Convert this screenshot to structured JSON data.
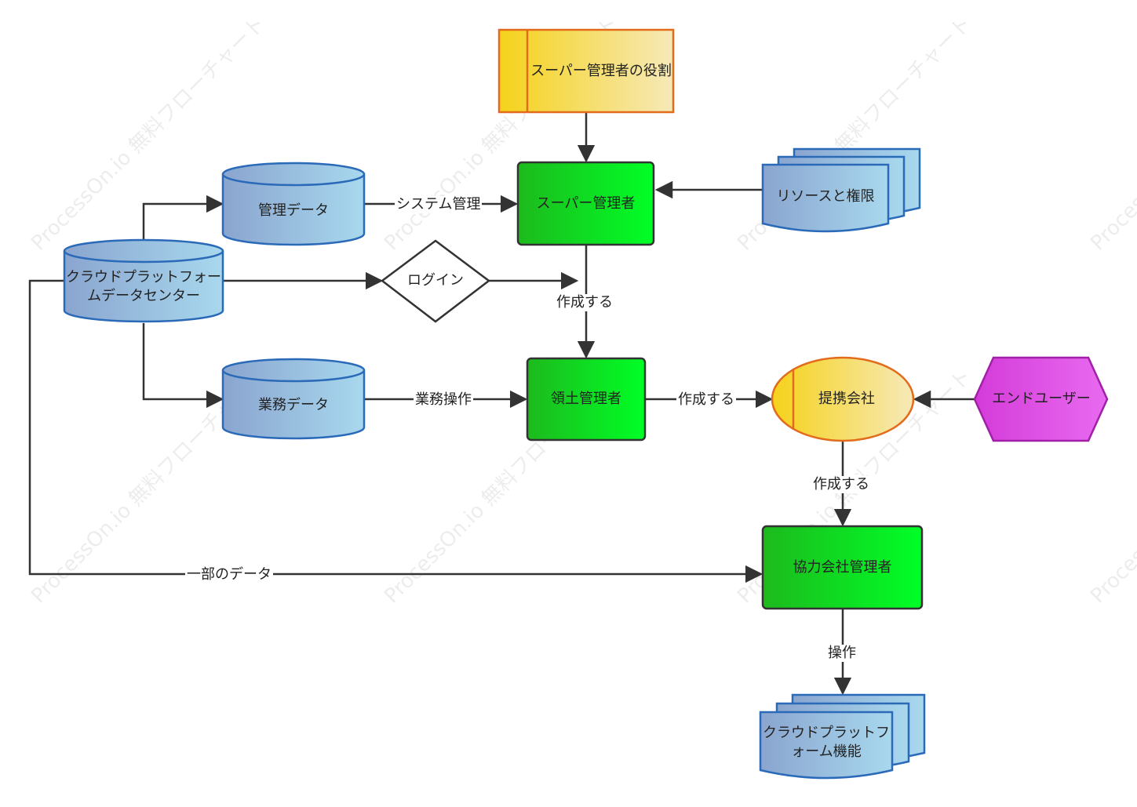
{
  "watermark": "ProcessOn.io 無料フローチャート",
  "nodes": {
    "super_admin_role": "スーパー管理者の役割",
    "super_admin": "スーパー管理者",
    "resources": "リソースと権限",
    "mgmt_data": "管理データ",
    "datacenter": "クラウドプラットフォームデータセンター",
    "login": "ログイン",
    "biz_data": "業務データ",
    "territory_admin": "領土管理者",
    "partner": "提携会社",
    "end_user": "エンドユーザー",
    "partner_admin": "協力会社管理者",
    "platform_func": "クラウドプラットフォーム機能"
  },
  "edges": {
    "system_mgmt": "システム管理",
    "create_1": "作成する",
    "biz_op": "業務操作",
    "create_2": "作成する",
    "create_3": "作成する",
    "partial_data": "一部のデータ",
    "operate": "操作"
  }
}
